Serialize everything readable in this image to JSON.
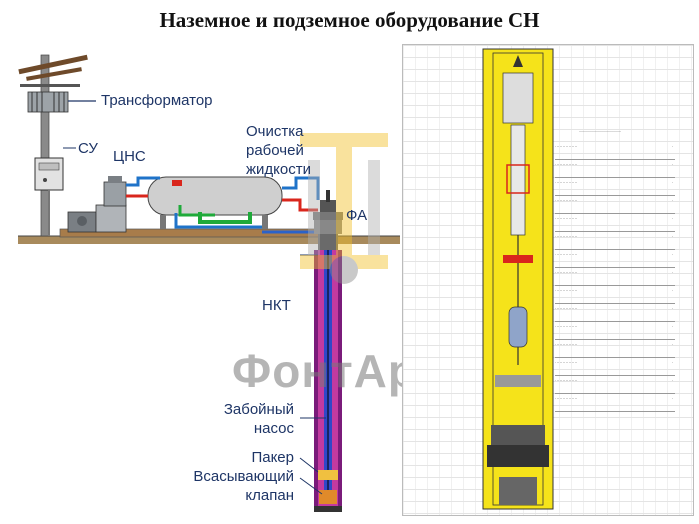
{
  "title": "Наземное и подземное оборудование СН",
  "labels": {
    "transformer": "Трансформатор",
    "su": "СУ",
    "cns": "ЦНС",
    "cleaning": [
      "Очистка",
      "рабочей",
      "жидкости"
    ],
    "fa": "ФА",
    "nkt": "НКТ",
    "pump": [
      "Забойный",
      "насос"
    ],
    "packer": "Пакер",
    "valve": [
      "Всасывающий",
      "клапан"
    ]
  },
  "watermark": "ФонтАрм",
  "colors": {
    "label_text": "#1e3566",
    "pipe_red": "#d9261c",
    "pipe_blue": "#1f73c9",
    "pipe_green": "#1faa3a",
    "casing": "#b3288d",
    "pump_yellow": "#f5e31a",
    "tank_grey": "#c9c9c9"
  }
}
